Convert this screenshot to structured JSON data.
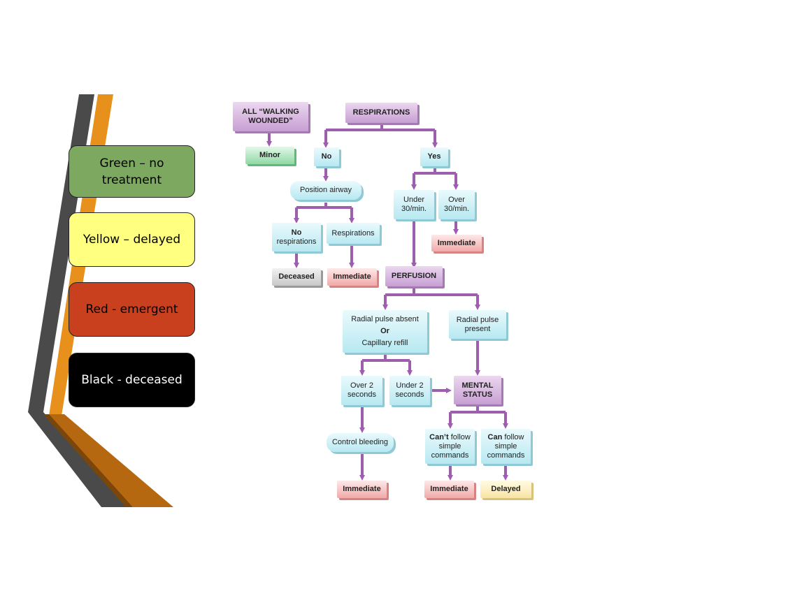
{
  "legend": [
    {
      "label": "Green – no treatment",
      "color": "#7da860",
      "text_color": "#000000"
    },
    {
      "label": "Yellow – delayed",
      "color": "#ffff80",
      "text_color": "#000000"
    },
    {
      "label": "Red - emergent",
      "color": "#c9401f",
      "text_color": "#000000"
    },
    {
      "label": "Black - deceased",
      "color": "#000000",
      "text_color": "#ffffff"
    }
  ],
  "colors": {
    "decor_gray": "#4a4a4a",
    "decor_orange": "#e8901c",
    "decor_brown": "#b5680f",
    "arrow": "#9d5fad"
  },
  "flow": {
    "walking": "ALL “WALKING WOUNDED”",
    "respirations": "RESPIRATIONS",
    "minor": "Minor",
    "no": "No",
    "yes": "Yes",
    "position_airway": "Position airway",
    "under30": "Under 30/min.",
    "over30": "Over 30/min.",
    "no_resp_bold": "No",
    "no_resp_rest": "respirations",
    "resp2": "Respirations",
    "immediate_over30": "Immediate",
    "deceased": "Deceased",
    "immediate_resp": "Immediate",
    "perfusion": "PERFUSION",
    "radial_absent_1": "Radial pulse absent",
    "radial_absent_or": "Or",
    "radial_absent_2": "Capillary refill",
    "radial_present": "Radial pulse present",
    "over2": "Over 2 seconds",
    "under2": "Under 2 seconds",
    "mental": "MENTAL STATUS",
    "cant_bold": "Can’t",
    "cant_rest": "follow simple commands",
    "can_bold": "Can",
    "can_rest": "follow simple commands",
    "control_bleeding": "Control bleeding",
    "immediate_bleed": "Immediate",
    "immediate_cant": "Immediate",
    "delayed": "Delayed"
  }
}
